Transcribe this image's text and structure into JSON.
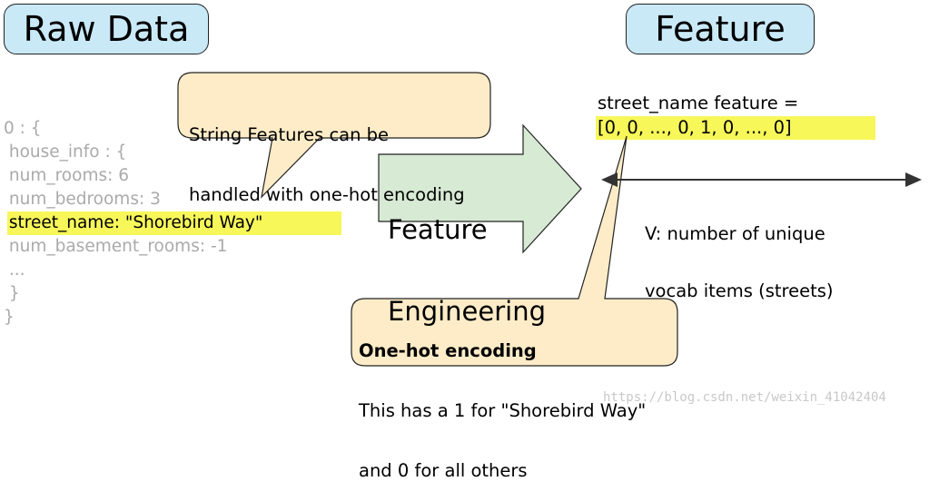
{
  "header": {
    "raw_data_label": "Raw Data",
    "feature_label": "Feature"
  },
  "raw_data_code": {
    "lines": [
      "0 : {",
      " house_info : {",
      " num_rooms: 6",
      " num_bedrooms: 3",
      " street_name: \"Shorebird Way\"",
      " num_basement_rooms: -1",
      " ...",
      " }",
      "}"
    ],
    "highlighted_line_index": 4
  },
  "callout_string": {
    "line1": "String Features can be",
    "line2": "handled with one-hot encoding"
  },
  "feature_engineering_arrow": {
    "line1": "Feature",
    "line2": "Engineering"
  },
  "feature_side": {
    "street_feature_label": "street_name feature =",
    "vector": "[0, 0, ..., 0, 1, 0, ..., 0]",
    "vocab_line1": "V: number of unique",
    "vocab_line2": "vocab items (streets)"
  },
  "callout_onehot": {
    "title": "One-hot encoding",
    "line1": "This has a 1 for \"Shorebird Way\"",
    "line2": "and 0 for all others"
  },
  "watermark": "https://blog.csdn.net/weixin_41042404",
  "colors": {
    "pill_fill": "#c9e9f7",
    "callout_fill": "#fdecc7",
    "arrow_fill": "#d7ead4",
    "highlight": "#f7f75a",
    "faded_text": "#aaaaaa"
  }
}
